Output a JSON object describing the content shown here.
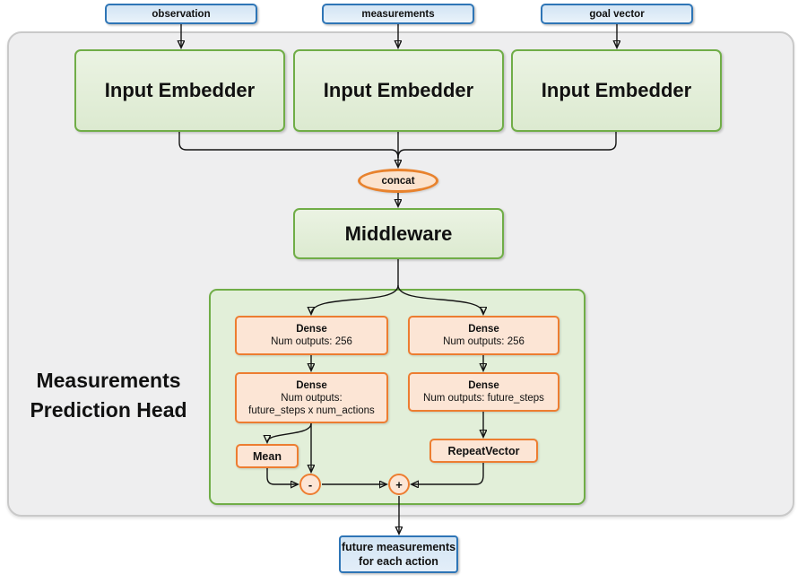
{
  "diagram": {
    "inputs": [
      {
        "label": "observation"
      },
      {
        "label": "measurements"
      },
      {
        "label": "goal vector"
      }
    ],
    "embedders": [
      {
        "label": "Input Embedder"
      },
      {
        "label": "Input Embedder"
      },
      {
        "label": "Input Embedder"
      }
    ],
    "concat_label": "concat",
    "middleware_label": "Middleware",
    "head": {
      "title": "Measurements Prediction Head",
      "left": {
        "dense1_title": "Dense",
        "dense1_sub": "Num outputs: 256",
        "dense2_title": "Dense",
        "dense2_sub1": "Num outputs:",
        "dense2_sub2": "future_steps x num_actions",
        "mean_label": "Mean",
        "op": "-"
      },
      "right": {
        "dense1_title": "Dense",
        "dense1_sub": "Num outputs: 256",
        "dense2_title": "Dense",
        "dense2_sub": "Num outputs: future_steps",
        "repeat_label": "RepeatVector",
        "op": "+"
      }
    },
    "output": {
      "line1": "future measurements",
      "line2": "for each action"
    }
  },
  "colors": {
    "blue_accent": "#2E75B6",
    "blue_fill": "#D2E4F4",
    "green_accent": "#70AD47",
    "green_fill": "#E2EFD9",
    "orange_accent": "#ED7D31",
    "orange_fill": "#FCE5D5",
    "panel_fill": "#EEEEEF",
    "panel_border": "#C9C9C9",
    "connector": "#141414"
  }
}
